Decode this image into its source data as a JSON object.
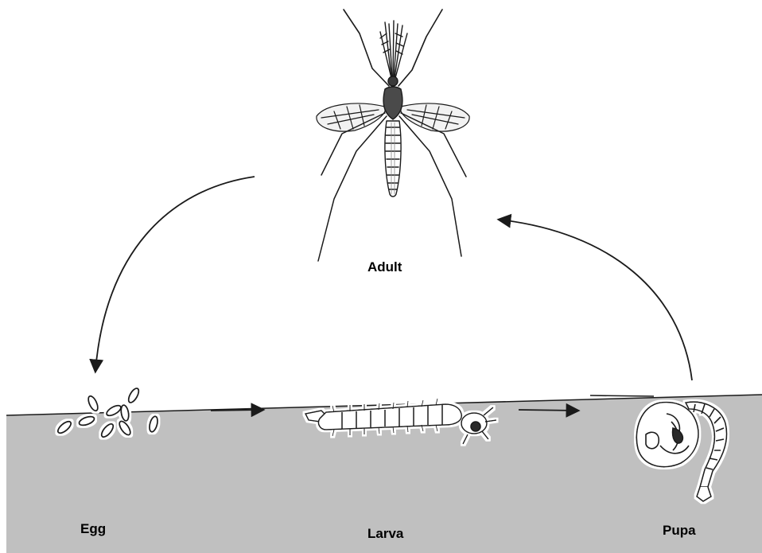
{
  "labels": {
    "adult": "Adult",
    "egg": "Egg",
    "larva": "Larva",
    "pupa": "Pupa"
  },
  "colors": {
    "water": "#c0c0c0",
    "ink": "#1a1a1a",
    "background": "#ffffff"
  }
}
